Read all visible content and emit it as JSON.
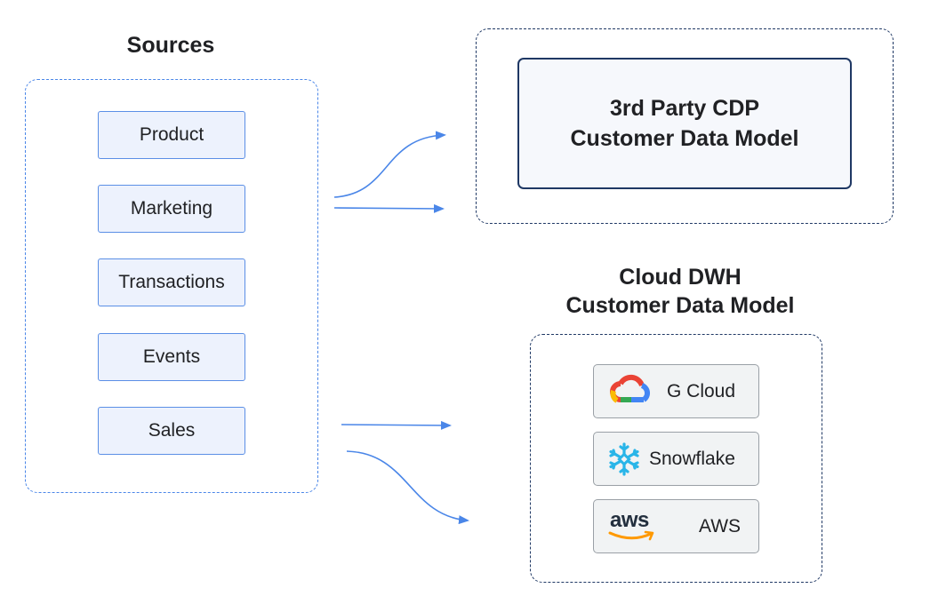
{
  "sources": {
    "title": "Sources",
    "items": [
      "Product",
      "Marketing",
      "Transactions",
      "Events",
      "Sales"
    ]
  },
  "cdp": {
    "line1": "3rd Party CDP",
    "line2": "Customer Data Model"
  },
  "dwh": {
    "title_line1": "Cloud DWH",
    "title_line2": "Customer Data Model",
    "providers": [
      {
        "label": "G Cloud",
        "icon": "google-cloud-logo-icon"
      },
      {
        "label": "Snowflake",
        "icon": "snowflake-logo-icon"
      },
      {
        "label": "AWS",
        "icon": "aws-logo-icon",
        "logo_text": "aws"
      }
    ]
  },
  "colors": {
    "arrow": "#4a86e8",
    "source_fill": "#edf2fd",
    "navy": "#1f3864"
  }
}
